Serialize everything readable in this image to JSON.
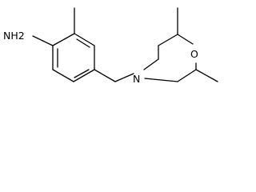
{
  "molecule": {
    "atom_labels": {
      "amine": "NH2",
      "nitrogen": "N",
      "oxygen": "O"
    },
    "bond_color": "#000000",
    "background": "#ffffff"
  }
}
